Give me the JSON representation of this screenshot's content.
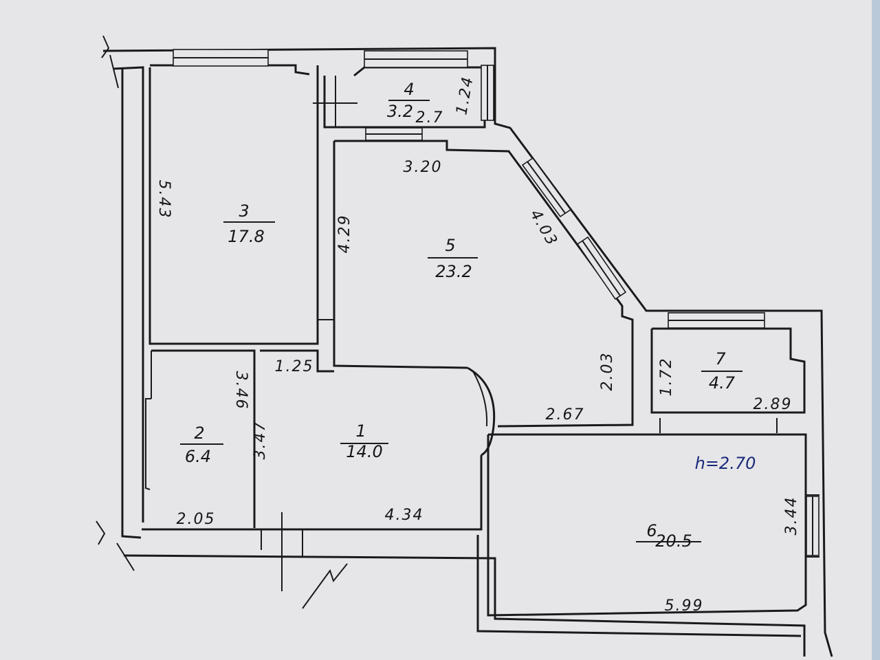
{
  "rooms": [
    {
      "number": "1",
      "area": "14.0"
    },
    {
      "number": "2",
      "area": "6.4"
    },
    {
      "number": "3",
      "area": "17.8"
    },
    {
      "number": "4",
      "area": "3.2"
    },
    {
      "number": "5",
      "area": "23.2"
    },
    {
      "number": "6",
      "area": "20.5"
    },
    {
      "number": "7",
      "area": "4.7"
    }
  ],
  "dimensions": {
    "room3_height": "5.43",
    "room4_width": "2.7",
    "room4_height": "1.24",
    "room5_top": "3.20",
    "room5_left": "4.29",
    "room5_diagonal": "4.03",
    "room5_right": "2.03",
    "room5_bottom": "2.67",
    "room7_left": "1.72",
    "room7_bottom": "2.89",
    "room1_top": "1.25",
    "room2_right": "3.46",
    "room1_left": "3.47",
    "room2_bottom": "2.05",
    "room1_bottom": "4.34",
    "room6_right": "3.44",
    "room6_bottom": "5.99"
  },
  "ceiling_height": "h=2.70"
}
